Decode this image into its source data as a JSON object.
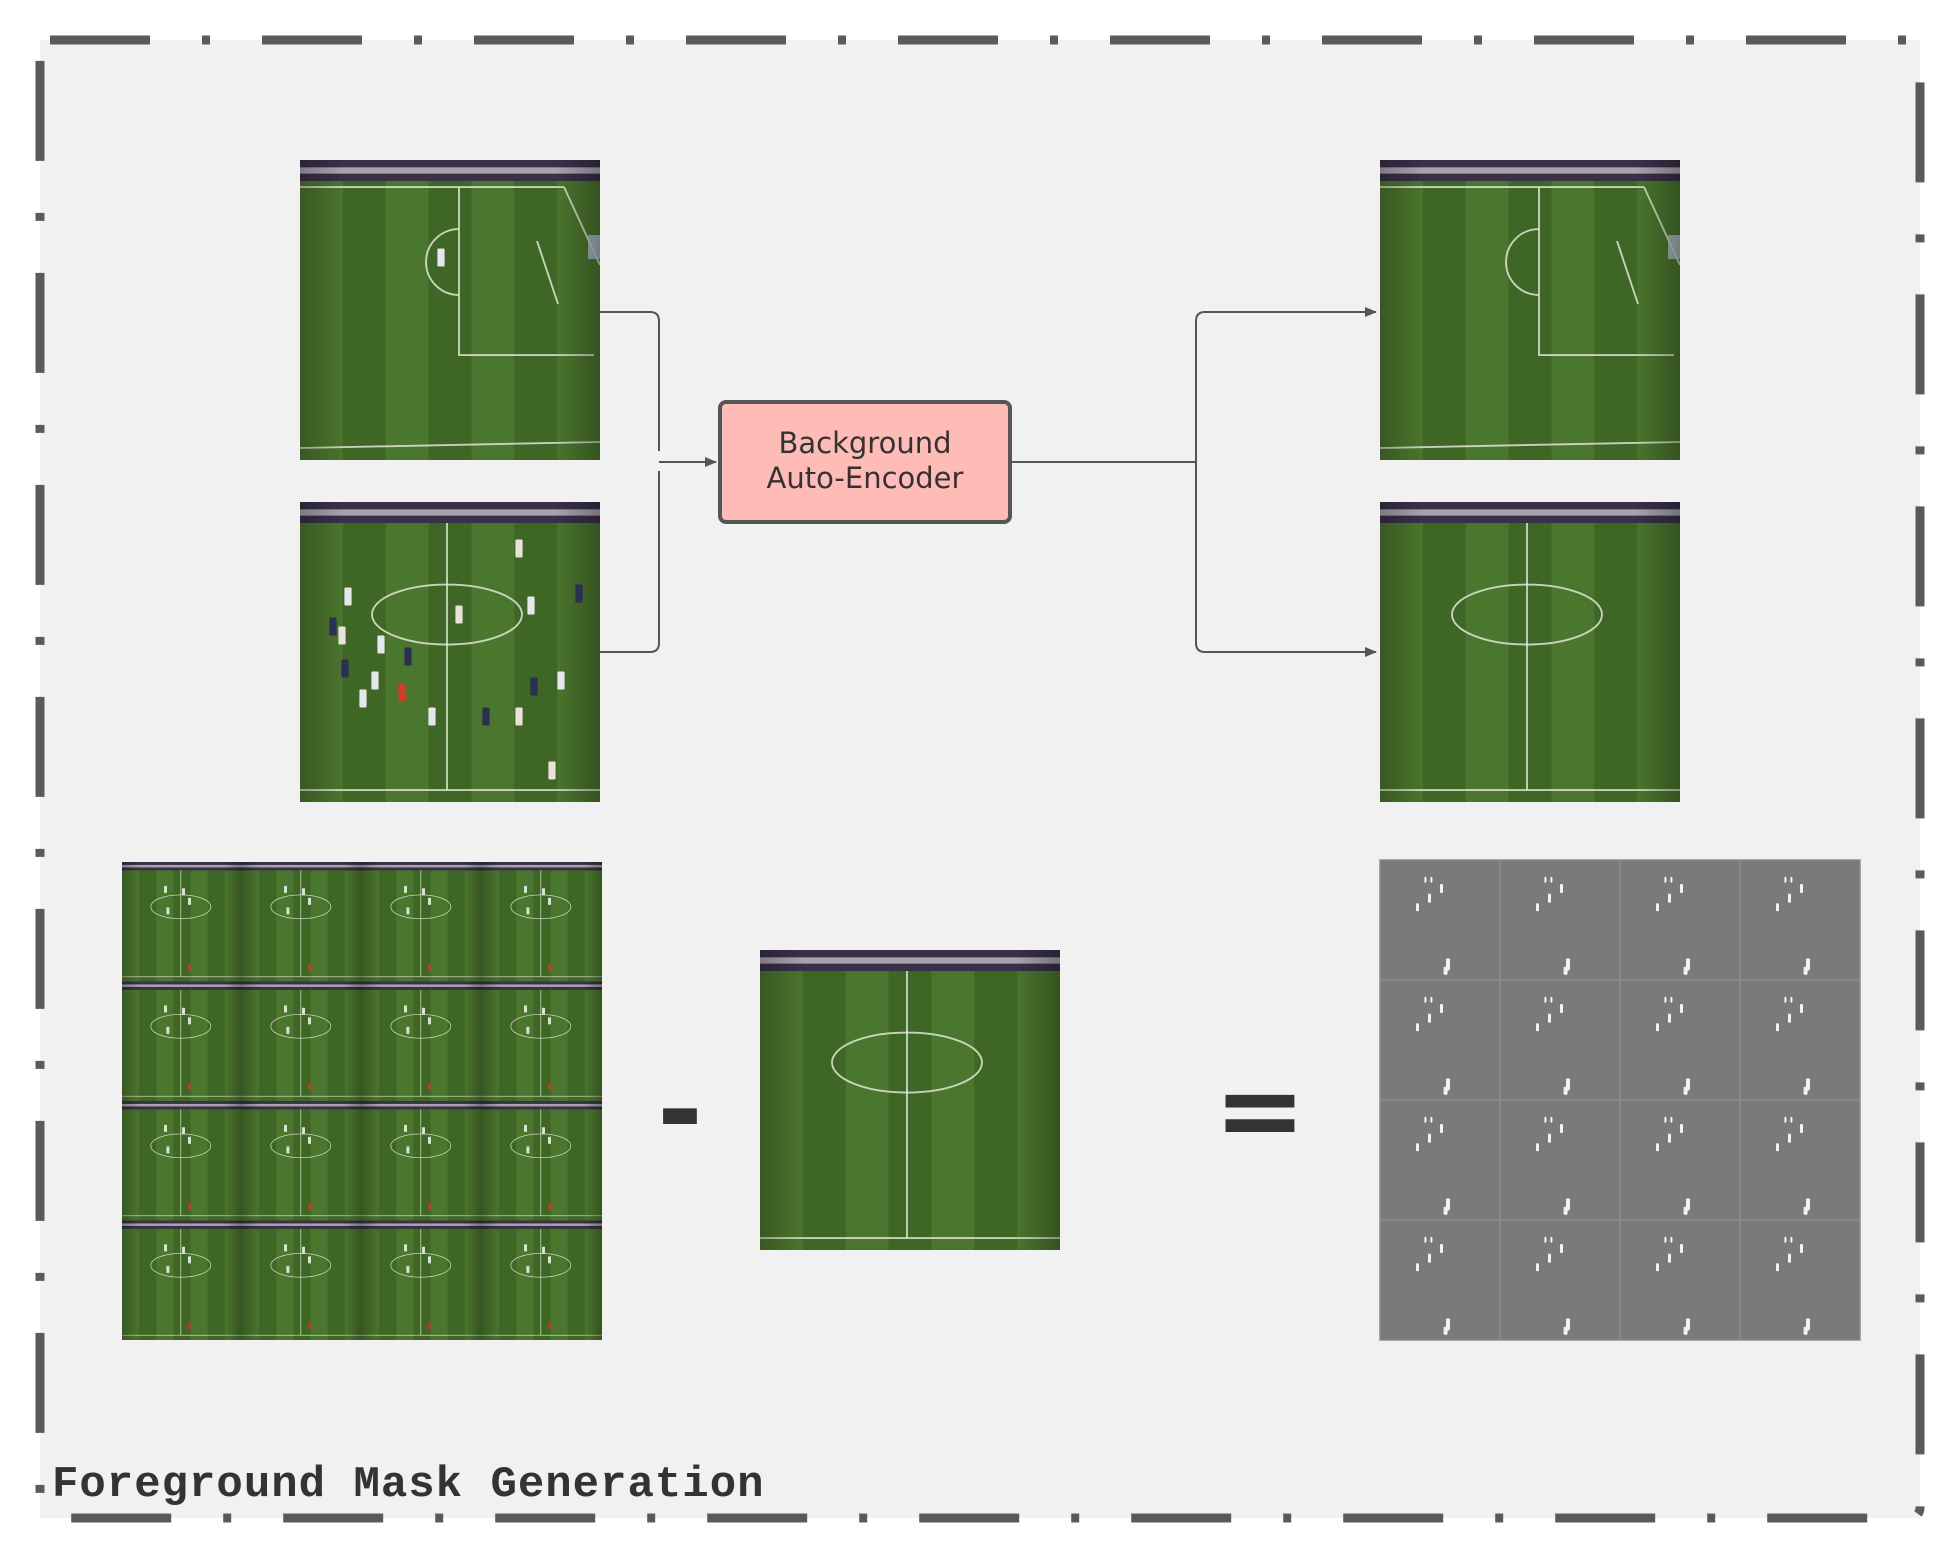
{
  "frame": {
    "title": "Foreground Mask Generation"
  },
  "autoencoder": {
    "line1": "Background",
    "line2": "Auto-Encoder",
    "fill": "#ffbcb6",
    "stroke": "#555555"
  },
  "operators": {
    "minus": "-",
    "equals": "="
  },
  "colors": {
    "background": "#f1f1f1",
    "border": "#5a5a5a",
    "arrow": "#555555",
    "pitch_dark": "#3e6624",
    "pitch_light": "#4f7a30",
    "mask_gray": "#7a7a7a"
  },
  "images": [
    {
      "id": "input-penalty",
      "kind": "pitch-penalty",
      "players": true
    },
    {
      "id": "input-center",
      "kind": "pitch-center",
      "players": true
    },
    {
      "id": "output-penalty",
      "kind": "pitch-penalty",
      "players": false
    },
    {
      "id": "output-center",
      "kind": "pitch-center",
      "players": false
    },
    {
      "id": "background-center",
      "kind": "pitch-center",
      "players": false
    }
  ],
  "frame_grid": {
    "rows": 4,
    "cols": 4
  },
  "mask_grid": {
    "rows": 4,
    "cols": 4
  }
}
